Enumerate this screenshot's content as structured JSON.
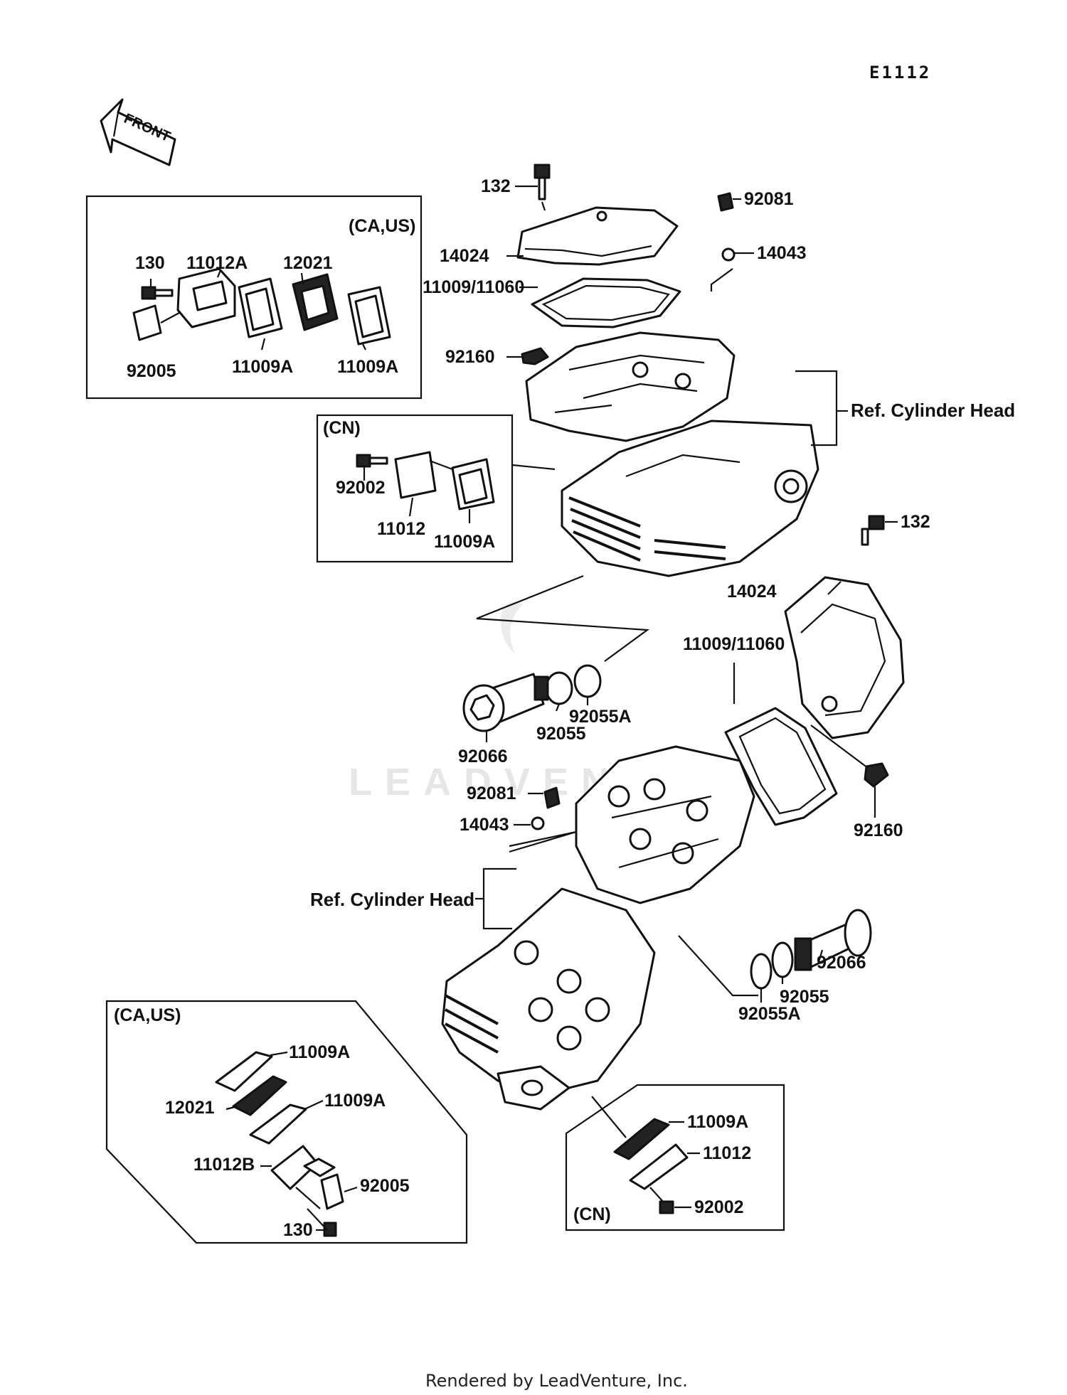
{
  "diagram_code": "E1112",
  "front_arrow_label": "FRONT",
  "watermark": "LEADVENTURE",
  "footer": "Rendered by LeadVenture, Inc.",
  "boxes": {
    "top_left_region": "(CA,US)",
    "top_cn_region": "(CN)",
    "bottom_left_region": "(CA,US)",
    "bottom_cn_region": "(CN)"
  },
  "labels": {
    "top_bolt_132": "132",
    "top_cover_14024": "14024",
    "top_gasket": "11009/11060",
    "top_spring_92081": "92081",
    "top_ball_14043": "14043",
    "top_92160": "92160",
    "ref_cyl_head_top": "Ref. Cylinder Head",
    "tl_130": "130",
    "tl_11012a": "11012A",
    "tl_12021": "12021",
    "tl_92005": "92005",
    "tl_11009a_1": "11009A",
    "tl_11009a_2": "11009A",
    "cn_92002": "92002",
    "cn_11012": "11012",
    "cn_11009a": "11009A",
    "mid_bolt_132": "132",
    "mid_cover_14024": "14024",
    "mid_gasket": "11009/11060",
    "mid_92055a": "92055A",
    "mid_92055": "92055",
    "mid_92066": "92066",
    "mid_92081": "92081",
    "mid_14043": "14043",
    "mid_92160": "92160",
    "ref_cyl_head_bottom": "Ref. Cylinder Head",
    "bot_92066": "92066",
    "bot_92055": "92055",
    "bot_92055a": "92055A",
    "bl_11009a_1": "11009A",
    "bl_12021": "12021",
    "bl_11009a_2": "11009A",
    "bl_11012b": "11012B",
    "bl_92005": "92005",
    "bl_130": "130",
    "br_11009a": "11009A",
    "br_11012": "11012",
    "br_92002": "92002"
  }
}
